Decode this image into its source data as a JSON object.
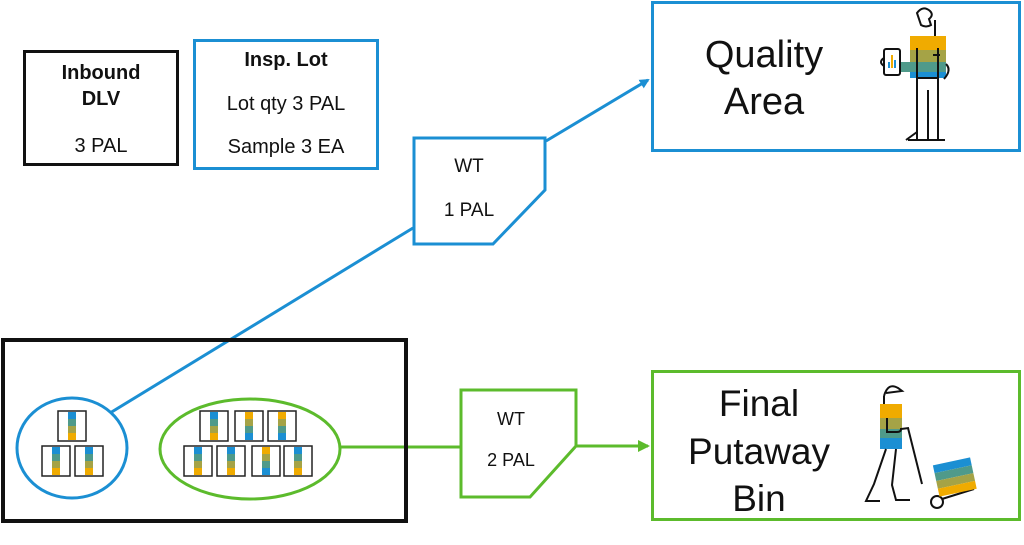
{
  "colors": {
    "blue": "#1b8fd3",
    "green": "#5cbb2c",
    "black": "#111111",
    "gold": "#f0ab00",
    "teal": "#4f9a8a",
    "olive": "#a5a346"
  },
  "inbound_delivery": {
    "title_line1": "Inbound",
    "title_line2": "DLV",
    "quantity": "3 PAL"
  },
  "inspection_lot": {
    "title": "Insp. Lot",
    "lot_qty": "Lot qty 3 PAL",
    "sample": "Sample 3 EA"
  },
  "warehouse_task_quality": {
    "label": "WT",
    "quantity": "1 PAL"
  },
  "warehouse_task_putaway": {
    "label": "WT",
    "quantity": "2 PAL"
  },
  "quality_area": {
    "line1": "Quality",
    "line2": "Area",
    "icon": "person-with-tablet-icon"
  },
  "final_putaway_bin": {
    "line1": "Final",
    "line2": "Putaway",
    "line3": "Bin",
    "icon": "person-with-hand-truck-icon"
  },
  "pallet_groups": {
    "sample_group_count": 3,
    "putaway_group_count": 7
  }
}
